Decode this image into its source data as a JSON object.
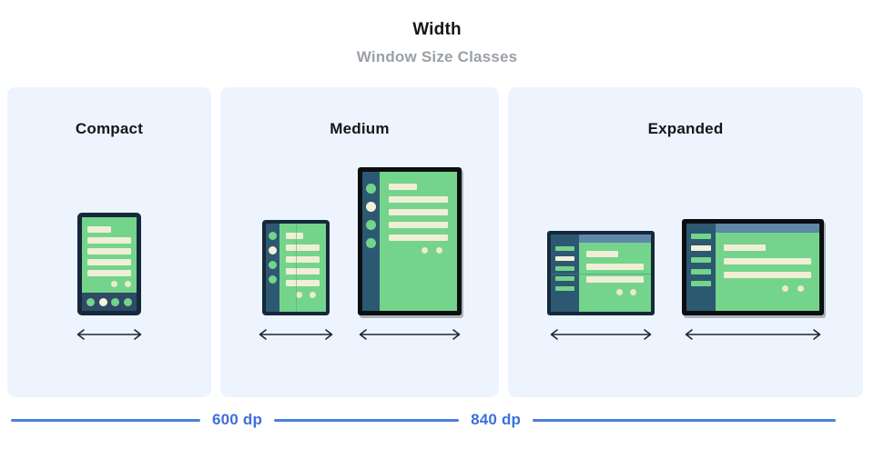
{
  "header": {
    "title": "Width",
    "subtitle": "Window Size Classes"
  },
  "panels": [
    {
      "name": "compact",
      "title": "Compact",
      "devices": [
        {
          "type": "phone",
          "arrow": "double-arrow-icon"
        }
      ]
    },
    {
      "name": "medium",
      "title": "Medium",
      "devices": [
        {
          "type": "foldable-portrait",
          "arrow": "double-arrow-icon"
        },
        {
          "type": "tablet-portrait",
          "arrow": "double-arrow-icon"
        }
      ]
    },
    {
      "name": "expanded",
      "title": "Expanded",
      "devices": [
        {
          "type": "foldable-landscape",
          "arrow": "double-arrow-icon"
        },
        {
          "type": "tablet-landscape",
          "arrow": "double-arrow-icon"
        }
      ]
    }
  ],
  "scale": {
    "breakpoints": [
      {
        "label": "600 dp"
      },
      {
        "label": "840 dp"
      }
    ]
  },
  "colors": {
    "panel_background": "#edf4fd",
    "screen_green": "#74d48b",
    "content_cream": "#f0eed6",
    "device_navy": "#16283c",
    "device_black": "#0c0f12",
    "rail_blue": "#2d5871",
    "topbar_blue": "#5e87a8",
    "accent_blue": "#3b6fe0",
    "title_color": "#141719",
    "subtitle_color": "#9aa0a6"
  }
}
